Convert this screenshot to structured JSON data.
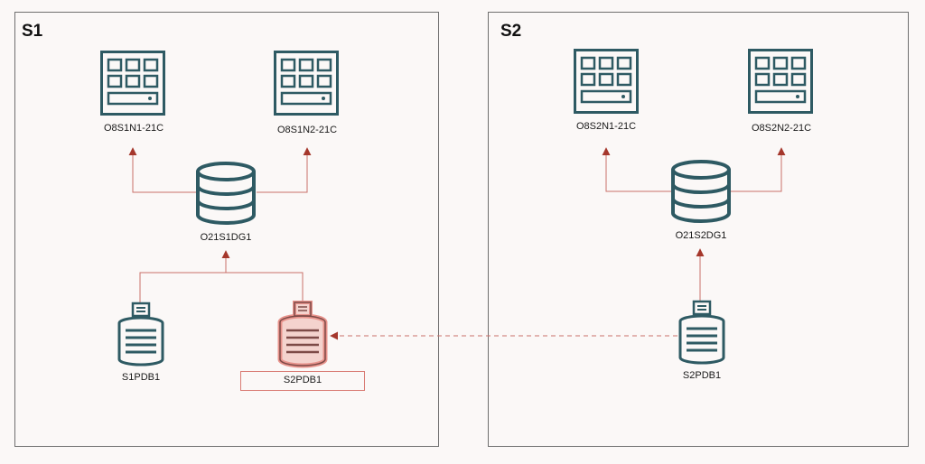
{
  "colors": {
    "icon_stroke": "#2e5a63",
    "connector": "#a5372c",
    "highlight": "#e8938c",
    "highlight_fill": "#f4d3ce",
    "frame": "#6f6f6f"
  },
  "sites": [
    {
      "title": "S1",
      "servers": [
        "O8S1N1-21C",
        "O8S1N2-21C"
      ],
      "cdb": "O21S1DG1",
      "pdbs": [
        "S1PDB1",
        "S2PDB1"
      ]
    },
    {
      "title": "S2",
      "servers": [
        "O8S2N1-21C",
        "O8S2N2-21C"
      ],
      "cdb": "O21S2DG1",
      "pdbs": [
        "S2PDB1"
      ]
    }
  ],
  "relocation": {
    "from": "S2PDB1",
    "to": "S2PDB1",
    "style": "dashed"
  }
}
